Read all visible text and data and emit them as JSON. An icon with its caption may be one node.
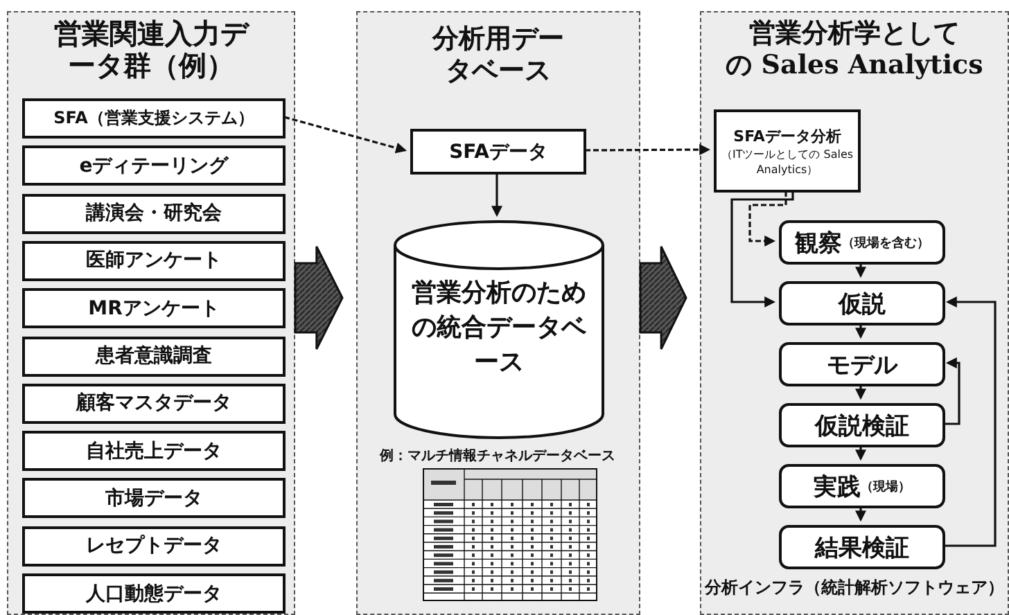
{
  "diagram": {
    "nodes": [
      {
        "text": [
          "営業関連入力データ群（例）"
        ]
      },
      {
        "text": [
          "SFA（営業支援システム）"
        ],
        "in": 0
      },
      {
        "text": [
          "eディテーリング"
        ],
        "in": 0
      },
      {
        "text": [
          "講演会・研究会"
        ],
        "in": 0
      },
      {
        "text": [
          "医師アンケート"
        ],
        "in": 0
      },
      {
        "text": [
          "MRアンケート"
        ],
        "in": 0
      },
      {
        "text": [
          "患者意識調査"
        ],
        "in": 0
      },
      {
        "text": [
          "顧客マスタデータ"
        ],
        "in": 0
      },
      {
        "text": [
          "自社売上データ"
        ],
        "in": 0
      },
      {
        "text": [
          "市場データ"
        ],
        "in": 0
      },
      {
        "text": [
          "レセプトデータ"
        ],
        "in": 0
      },
      {
        "text": [
          "人口動態データ"
        ],
        "in": 0
      },
      {
        "text": [
          "分析用データベース"
        ]
      },
      {
        "text": [
          "SFAデータ"
        ],
        "in": 12
      },
      {
        "text": [
          "営業分析のための統合データベース"
        ],
        "in": 12
      },
      {
        "text": [
          "営業分析学としての Sales Analytics",
          "分析インフラ（統計解析ソフトウェア）"
        ]
      },
      {
        "text": [
          "SFAデータ分析",
          "（ITツールとしての Sales Analytics）"
        ],
        "in": 15
      },
      {
        "text": [
          "観察",
          "（現場を含む）"
        ],
        "in": 15
      },
      {
        "text": [
          "仮説"
        ],
        "in": 15
      },
      {
        "text": [
          "モデル"
        ],
        "in": 15
      },
      {
        "text": [
          "仮説検証"
        ],
        "in": 15
      },
      {
        "text": [
          "実践",
          "（現場）"
        ],
        "in": 15
      },
      {
        "text": [
          "結果検証"
        ],
        "in": 15
      }
    ],
    "edges": [
      {
        "from": 0,
        "to": 12,
        "arrow": "to",
        "style": "thick"
      },
      {
        "from": 12,
        "to": 15,
        "arrow": "to",
        "style": "thick"
      },
      {
        "from": 1,
        "to": 13,
        "arrow": "to",
        "style": "dashed"
      },
      {
        "from": 13,
        "to": 14,
        "arrow": "to"
      },
      {
        "from": 13,
        "to": 16,
        "arrow": "to",
        "style": "dashed"
      },
      {
        "from": 16,
        "to": 17,
        "arrow": "to",
        "style": "dashed"
      },
      {
        "from": 16,
        "to": 18,
        "arrow": "to"
      },
      {
        "from": 17,
        "to": 18,
        "arrow": "to"
      },
      {
        "from": 18,
        "to": 19,
        "arrow": "to"
      },
      {
        "from": 19,
        "to": 20,
        "arrow": "to"
      },
      {
        "from": 20,
        "to": 21,
        "arrow": "to"
      },
      {
        "from": 21,
        "to": 22,
        "arrow": "to"
      },
      {
        "from": 20,
        "to": 19,
        "arrow": "to"
      },
      {
        "from": 22,
        "to": 18,
        "arrow": "to"
      }
    ],
    "labels": [
      "例：マルチ情報チャネルデータベース"
    ]
  }
}
